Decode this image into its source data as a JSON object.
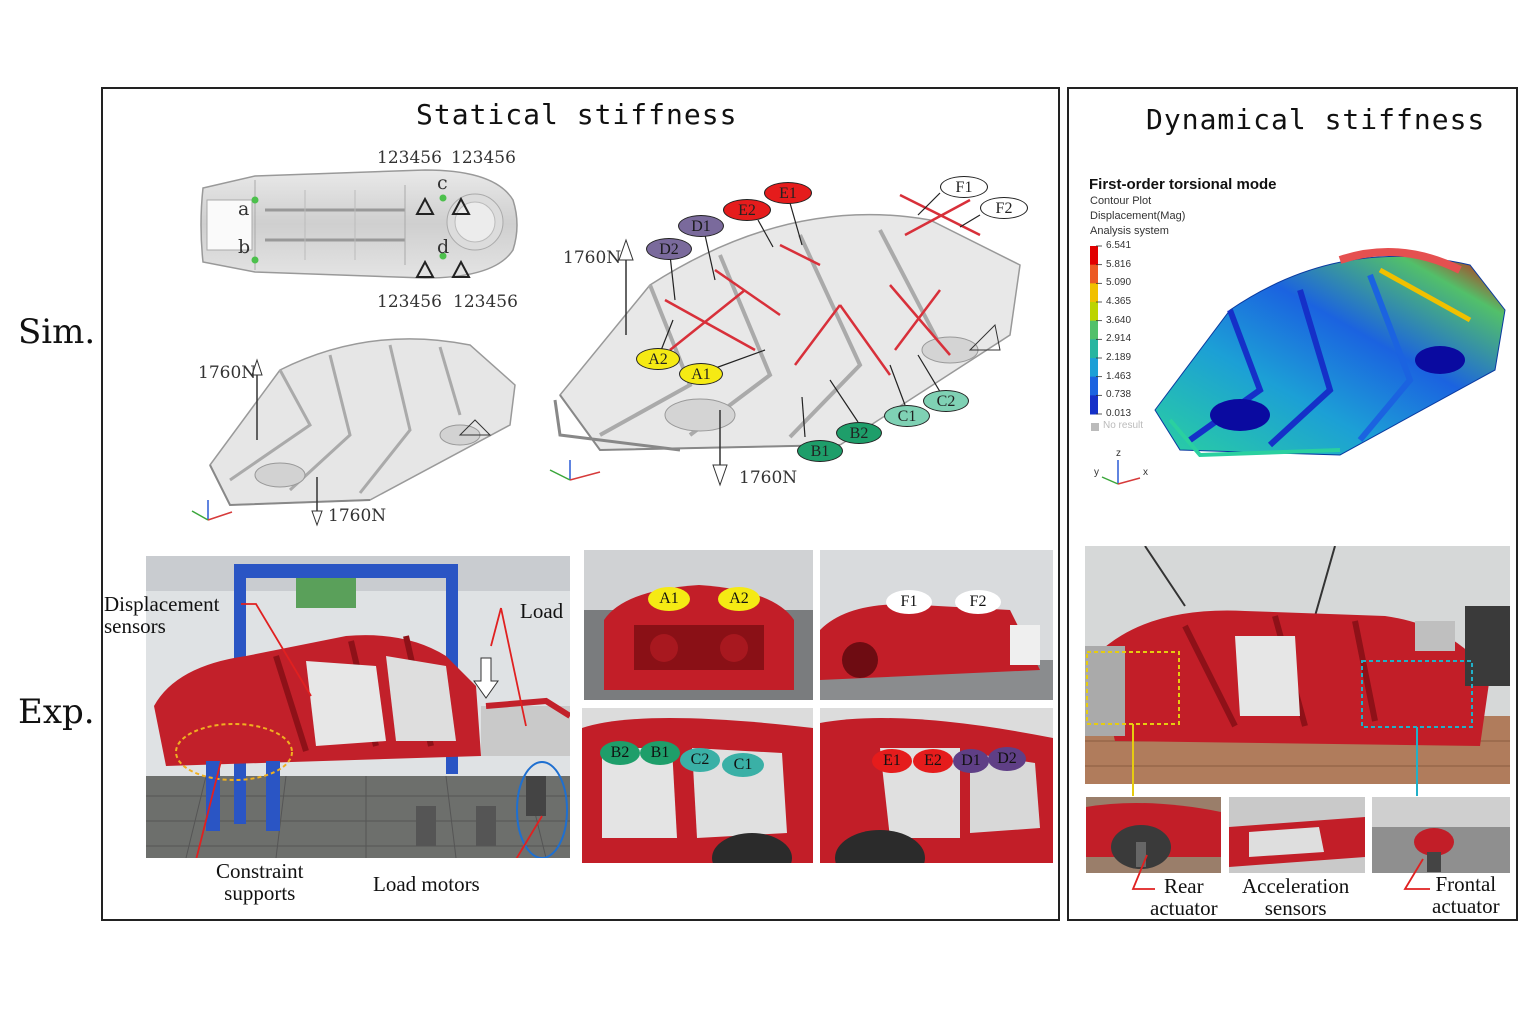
{
  "row_labels": {
    "sim": "Sim.",
    "exp": "Exp."
  },
  "statical": {
    "title": "Statical stiffness",
    "top_view_labels": {
      "a": "a",
      "b": "b",
      "c": "c",
      "d": "d",
      "dof_top_left": "123456",
      "dof_top_right": "123456",
      "dof_bottom_left": "123456",
      "dof_bottom_right": "123456"
    },
    "small_model": {
      "force_up": "1760N",
      "force_down": "1760N"
    },
    "big_model": {
      "force_up": "1760N",
      "force_down": "1760N",
      "points": [
        {
          "id": "A2",
          "label": "A2",
          "color": "#f5ea14"
        },
        {
          "id": "A1",
          "label": "A1",
          "color": "#f5ea14"
        },
        {
          "id": "B1",
          "label": "B1",
          "color": "#1e9e6a"
        },
        {
          "id": "B2",
          "label": "B2",
          "color": "#1e9e6a"
        },
        {
          "id": "C1",
          "label": "C1",
          "color": "#7fd1b4"
        },
        {
          "id": "C2",
          "label": "C2",
          "color": "#7fd1b4"
        },
        {
          "id": "D1",
          "label": "D1",
          "color": "#7a6a9c"
        },
        {
          "id": "D2",
          "label": "D2",
          "color": "#7a6a9c"
        },
        {
          "id": "E1",
          "label": "E1",
          "color": "#e51c1c"
        },
        {
          "id": "E2",
          "label": "E2",
          "color": "#e51c1c"
        },
        {
          "id": "F1",
          "label": "F1",
          "color": "#ffffff"
        },
        {
          "id": "F2",
          "label": "F2",
          "color": "#ffffff"
        }
      ]
    },
    "exp_annotations": {
      "displacement_sensors": "Displacement\nsensors",
      "load": "Load",
      "constraint_supports": "Constraint\nsupports",
      "load_motors": "Load motors"
    },
    "photo_badges": {
      "front": [
        "A1",
        "A2"
      ],
      "rear": [
        "F1",
        "F2"
      ],
      "side_left": [
        "B2",
        "B1",
        "C2",
        "C1"
      ],
      "side_right": [
        "E1",
        "E2",
        "D1",
        "D2"
      ]
    }
  },
  "dynamical": {
    "title": "Dynamical stiffness",
    "contour": {
      "title": "First-order torsional mode",
      "subtitle_lines": [
        "Contour Plot",
        "Displacement(Mag)",
        "Analysis system"
      ],
      "ticks": [
        "6.541",
        "5.816",
        "5.090",
        "4.365",
        "3.640",
        "2.914",
        "2.189",
        "1.463",
        "0.738",
        "0.013"
      ],
      "no_result": "No result",
      "colors": [
        "#e10000",
        "#ec5a24",
        "#f0c000",
        "#bcd400",
        "#52c06a",
        "#27b5a0",
        "#1c9fd6",
        "#1b63e0",
        "#1530c8",
        "#0a0aa0"
      ]
    },
    "exp_annotations": {
      "rear_actuator": "Rear\nactuator",
      "acceleration_sensors": "Acceleration\nsensors",
      "frontal_actuator": "Frontal\nactuator"
    }
  },
  "axes": {
    "x": "x",
    "y": "y",
    "z": "z"
  }
}
